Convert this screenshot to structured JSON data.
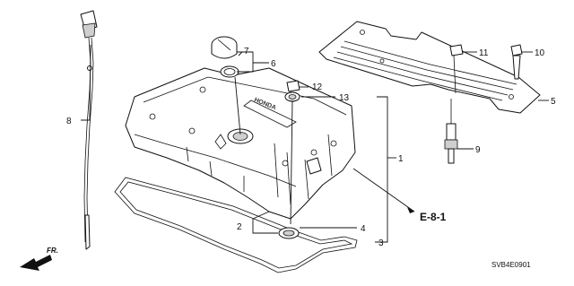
{
  "diagram": {
    "callouts": {
      "c1": "1",
      "c2": "2",
      "c3": "3",
      "c4": "4",
      "c5": "5",
      "c6": "6",
      "c7": "7",
      "c8": "8",
      "c9": "9",
      "c10": "10",
      "c11": "11",
      "c12": "12",
      "c13": "13"
    },
    "reference": "E-8-1",
    "direction": "FR.",
    "diagram_code": "SVB4E0901",
    "cover_emblem": "HONDA"
  }
}
